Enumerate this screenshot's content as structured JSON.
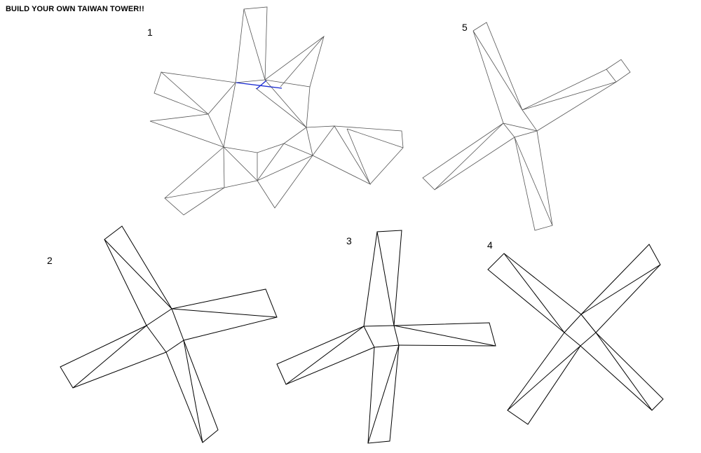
{
  "title": "BUILD YOUR OWN TAIWAN TOWER!!",
  "labels": {
    "n1": "1",
    "n2": "2",
    "n3": "3",
    "n4": "4",
    "n5": "5"
  },
  "colors": {
    "line": "#000000",
    "highlight": "#1a2bd1",
    "background": "#ffffff"
  }
}
